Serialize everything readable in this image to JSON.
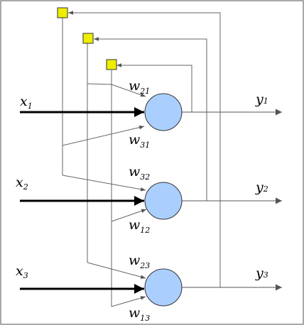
{
  "diagram": {
    "inputs": [
      {
        "letter": "x",
        "sub": "1"
      },
      {
        "letter": "x",
        "sub": "2"
      },
      {
        "letter": "x",
        "sub": "3"
      }
    ],
    "outputs": [
      {
        "letter": "y",
        "sub": "1"
      },
      {
        "letter": "y",
        "sub": "2"
      },
      {
        "letter": "y",
        "sub": "3"
      }
    ],
    "weights": [
      {
        "letter": "w",
        "sub": "21"
      },
      {
        "letter": "w",
        "sub": "31"
      },
      {
        "letter": "w",
        "sub": "32"
      },
      {
        "letter": "w",
        "sub": "12"
      },
      {
        "letter": "w",
        "sub": "23"
      },
      {
        "letter": "w",
        "sub": "13"
      }
    ],
    "colors": {
      "neuron_fill": "#aacfff",
      "neuron_stroke": "#333333",
      "delay_fill": "#eeee00",
      "delay_stroke": "#333333",
      "thin_line": "#666666",
      "input_line": "#000000",
      "frame": "#555555"
    }
  }
}
